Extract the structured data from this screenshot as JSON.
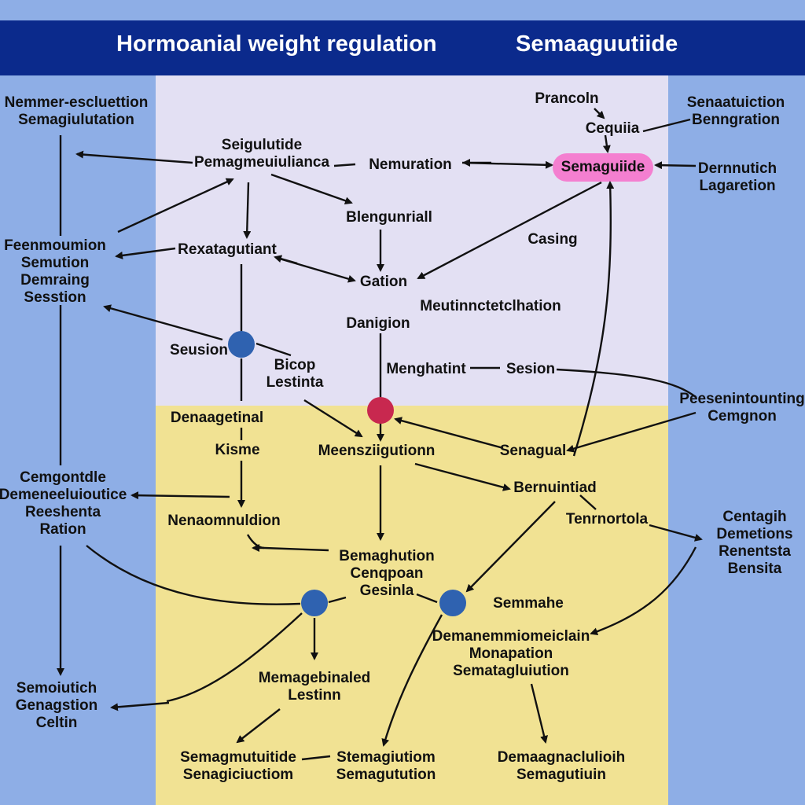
{
  "header": {
    "title_left": "Hormoanial weight regulation",
    "title_right": "Semaaguutiide"
  },
  "colors": {
    "background": "#8eaee6",
    "header_bar": "#0b2a8c",
    "panel_top": "#e3e0f3",
    "panel_bottom": "#f1e293",
    "highlight": "#f47fd0",
    "node_blue": "#2f62b0",
    "node_red": "#c8284f"
  },
  "labels": {
    "left_1": "Nemmer-escluettion\nSemagiulutation",
    "left_2": "Feenmoumion\nSemution\nDemraing\nSesstion",
    "left_3": "Cemgontdle\nDemeneeluioutice\nReeshenta\nRation",
    "left_4": "Semoiutich\nGenagstion\nCeltin",
    "top_1": "Seigulutide\nPemagmeuiulianca",
    "top_2": "Nemuration",
    "top_3": "Prancoln",
    "top_4": "Cequiia",
    "pill": "Semaguiide",
    "right_1": "Senaatuiction\nBenngration",
    "right_2": "Dernnutich\nLagaretion",
    "right_3": "Peesenintounting\nCemgnon",
    "right_4": "Centagih\nDemetions\nRenentsta\nBensita",
    "mid_1": "Blengunriall",
    "mid_2": "Casing",
    "mid_3": "Rexatagutiant",
    "mid_4": "Gation",
    "mid_5": "Meutinnctetclhation",
    "mid_6": "Danigion",
    "mid_7": "Seusion",
    "mid_8": "Bicop\nLestinta",
    "mid_9": "Menghatint",
    "mid_10": "Sesion",
    "bot_1": "Denaagetinal",
    "bot_2": "Kisme",
    "bot_3": "Meensziigutionn",
    "bot_4": "Senagual",
    "bot_5": "Bernuintiad",
    "bot_6": "Tenrnortola",
    "bot_7": "Nenaomnuldion",
    "bot_8": "Bemaghution\nCenqpoan\nGesinla",
    "bot_9": "Semmahe",
    "bot_10": "Demanemmiomeiclain\nMonapation\nSematagluiution",
    "bot_11": "Memagebinaled\nLestinn",
    "bot_12": "Semagmutuitide\nSenagiciuctiom",
    "bot_13": "Stemagiutiom\nSemagutution",
    "bot_14": "Demaagnaclulioih\nSemagutiuin"
  }
}
